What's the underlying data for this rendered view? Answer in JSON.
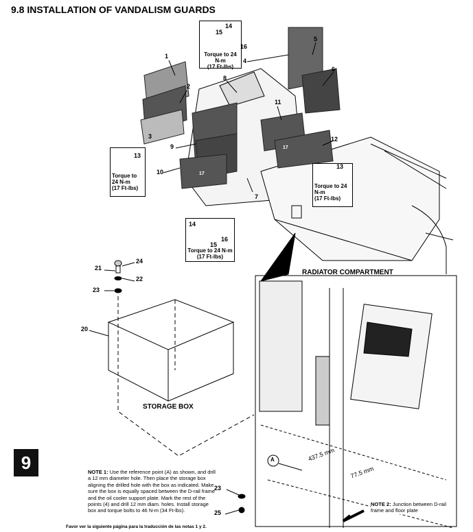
{
  "title": "9.8 INSTALLATION OF VANDALISM GUARDS",
  "section_tab": "9",
  "torque_24": "Torque to 24 N-m\n(17 Ft-lbs)",
  "radiator_label": "RADIATOR COMPARTMENT",
  "storage_box_label": "STORAGE BOX",
  "panel_label": "17",
  "ref_point": "A",
  "dims": {
    "d1": "437.5 mm",
    "d2": "77.5 mm"
  },
  "parts": {
    "p1": "1",
    "p2": "2",
    "p3": "3",
    "p4": "4",
    "p5": "5",
    "p6": "6",
    "p7": "7",
    "p8": "8",
    "p9": "9",
    "p10": "10",
    "p11": "11",
    "p12": "12",
    "p13": "13",
    "p14": "14",
    "p15": "15",
    "p16": "16",
    "p20": "20",
    "p21": "21",
    "p22": "22",
    "p23": "23",
    "p24": "24",
    "p25": "25"
  },
  "note1": {
    "head": "NOTE 1:",
    "text": "Use the reference point (A) as shown, and drill a 12 mm diameter hole. Then place the storage box aligning the drilled hole with the box as indicated. Make sure the box is equally spaced between the D-rail frame and the oil cooler support plate. Mark the rest of the points (4) and drill 12 mm diam. holes. Install storage box and torque bolts to 46 N-m (34 Ft-lbs)."
  },
  "note2": {
    "head": "NOTE 2:",
    "text": "Junction between D-rail frame and floor plate"
  },
  "footer": "Favor ver la siguiente página para la traducción de las notas 1 y 2."
}
